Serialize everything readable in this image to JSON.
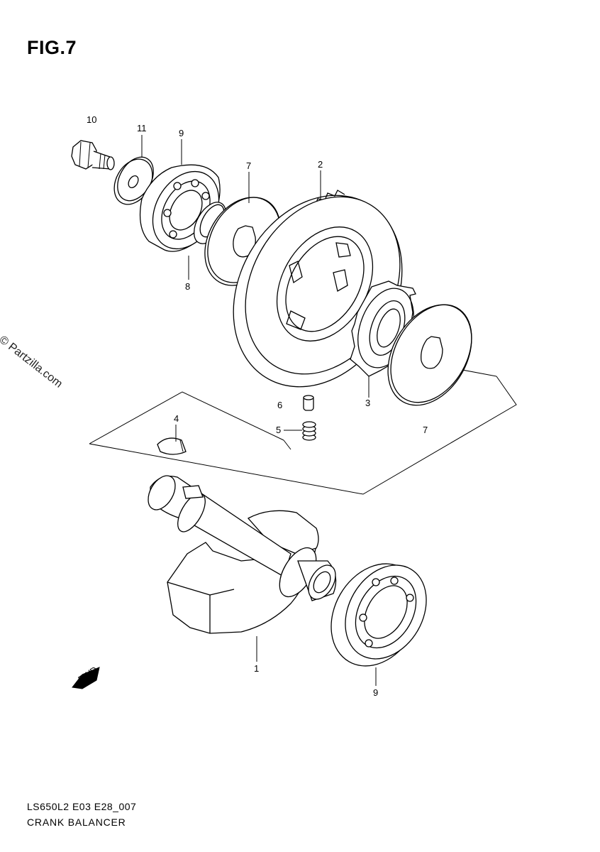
{
  "figure": {
    "title": "FIG.7",
    "watermark": "© Partzilla.com",
    "code": "LS650L2 E03 E28_007",
    "caption": "CRANK BALANCER",
    "fwd_label": "FWD"
  },
  "callouts": [
    {
      "id": "1",
      "text": "1"
    },
    {
      "id": "2",
      "text": "2"
    },
    {
      "id": "3",
      "text": "3"
    },
    {
      "id": "4",
      "text": "4"
    },
    {
      "id": "5",
      "text": "5"
    },
    {
      "id": "6",
      "text": "6"
    },
    {
      "id": "7a",
      "text": "7"
    },
    {
      "id": "7b",
      "text": "7"
    },
    {
      "id": "8",
      "text": "8"
    },
    {
      "id": "9a",
      "text": "9"
    },
    {
      "id": "9b",
      "text": "9"
    },
    {
      "id": "10",
      "text": "10"
    },
    {
      "id": "11",
      "text": "11"
    }
  ]
}
